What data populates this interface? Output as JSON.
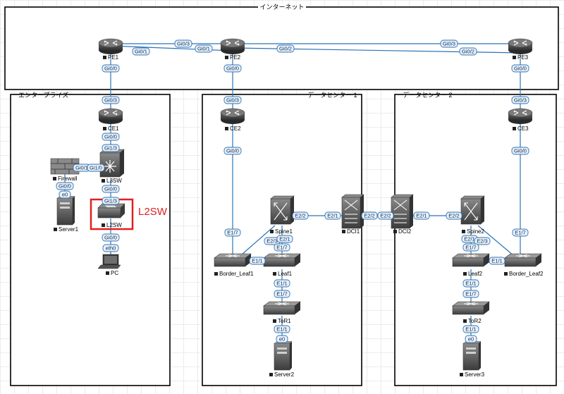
{
  "groups": {
    "internet": "インターネット",
    "enterprise": "エンタープライズ",
    "dc1": "データセンター 1",
    "dc2": "データセンター 2"
  },
  "annotation": {
    "text": "L2SW",
    "color": "#e02020"
  },
  "colors": {
    "link": "#2b74b8",
    "badge_border": "#2b74b8",
    "device": "#4a4a4a"
  },
  "devices": {
    "pe1": "PE1",
    "pe2": "PE2",
    "pe3": "PE3",
    "ce1": "CE1",
    "ce2": "CE2",
    "ce3": "CE3",
    "firewall": "Firewall",
    "l3sw": "L3SW",
    "l2sw": "L2SW",
    "server1": "Server1",
    "pc": "PC",
    "spine1": "Spine1",
    "dci1": "DCI1",
    "dci2": "DCI2",
    "spine2": "Spine2",
    "border_leaf1": "Border_Leaf1",
    "leaf1": "Leaf1",
    "tor1": "ToR1",
    "server2": "Server2",
    "border_leaf2": "Border_Leaf2",
    "leaf2": "Leaf2",
    "tor2": "ToR2",
    "server3": "Server3"
  },
  "interfaces": {
    "pe1_pe2_a": "Gi0/3",
    "pe2_pe1_a": "Gi0/1",
    "pe1_pe2_b": "Gi0/1",
    "pe2_pe3_a": "Gi0/2",
    "pe3_pe2_a": "Gi0/3",
    "pe3_pe2_b": "Gi0/2",
    "pe1_down": "Gi0/0",
    "pe2_down": "Gi0/0",
    "pe3_down": "Gi0/0",
    "ce1_up": "Gi0/3",
    "ce2_up": "Gi0/3",
    "ce3_up": "Gi0/3",
    "ce1_down": "Gi0/0",
    "l3sw_up": "Gi1/3",
    "fw_r": "Gi0/1",
    "l3sw_l": "Gi1/0",
    "fw_down": "Gi0/0",
    "server1_e0": "e0",
    "l3sw_down": "Gi0/0",
    "l2sw_up": "Gi1/3",
    "l2sw_down": "Gi0/0",
    "pc_eth0": "eth0",
    "ce2_down": "Gi0/0",
    "bl1_up": "E1/7",
    "spine1_e22": "E2/2",
    "dci1_e21": "E2/1",
    "dci1_e22": "E2/2",
    "dci2_e22": "E2/2",
    "spine1_e23": "E2/3",
    "spine1_e21": "E2/1",
    "leaf1_e17": "E1/7",
    "bl1_e11": "E1/1",
    "leaf1_e11": "E1/1",
    "tor1_e17": "E1/7",
    "tor1_e11": "E1/1",
    "server2_e0": "e0",
    "dci2_e21": "E2/1",
    "spine2_e22": "E2/2",
    "ce3_down": "Gi0/0",
    "bl2_up": "E1/7",
    "spine2_e21": "E2/1",
    "spine2_e23": "E2/3",
    "leaf2_e17": "E1/7",
    "bl2_e11": "E1/1",
    "leaf2_e11": "E1/1",
    "tor2_e17": "E1/7",
    "tor2_e11": "E1/1",
    "server3_e0": "e0"
  }
}
